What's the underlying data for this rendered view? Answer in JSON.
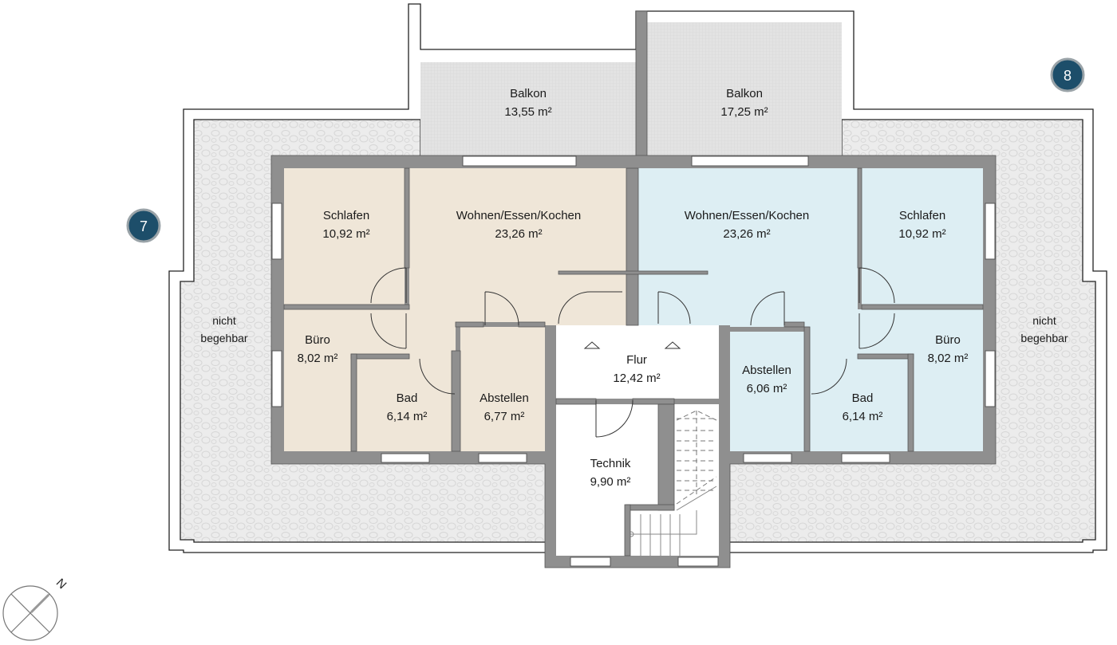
{
  "colors": {
    "wall": "#8f8f8f",
    "terrace": "#ececec",
    "balcony": "#e2e2e2",
    "apartment_left": "#efe6d8",
    "apartment_right": "#ddeef3",
    "badge": "#1d4e6a"
  },
  "badges": [
    {
      "label": "7"
    },
    {
      "label": "8"
    }
  ],
  "terrace": {
    "left": {
      "line1": "nicht",
      "line2": "begehbar"
    },
    "right": {
      "line1": "nicht",
      "line2": "begehbar"
    }
  },
  "balconies": [
    {
      "name": "Balkon",
      "area": "13,55 m²"
    },
    {
      "name": "Balkon",
      "area": "17,25 m²"
    }
  ],
  "rooms_left": [
    {
      "name": "Schlafen",
      "area": "10,92 m²"
    },
    {
      "name": "Wohnen/Essen/Kochen",
      "area": "23,26 m²"
    },
    {
      "name": "Büro",
      "area": "8,02 m²"
    },
    {
      "name": "Bad",
      "area": "6,14 m²"
    },
    {
      "name": "Abstellen",
      "area": "6,77 m²"
    }
  ],
  "rooms_core": [
    {
      "name": "Flur",
      "area": "12,42 m²"
    },
    {
      "name": "Technik",
      "area": "9,90 m²"
    }
  ],
  "rooms_right": [
    {
      "name": "Wohnen/Essen/Kochen",
      "area": "23,26 m²"
    },
    {
      "name": "Schlafen",
      "area": "10,92 m²"
    },
    {
      "name": "Abstellen",
      "area": "6,06 m²"
    },
    {
      "name": "Bad",
      "area": "6,14 m²"
    },
    {
      "name": "Büro",
      "area": "8,02 m²"
    }
  ],
  "compass": {
    "label": "N"
  }
}
